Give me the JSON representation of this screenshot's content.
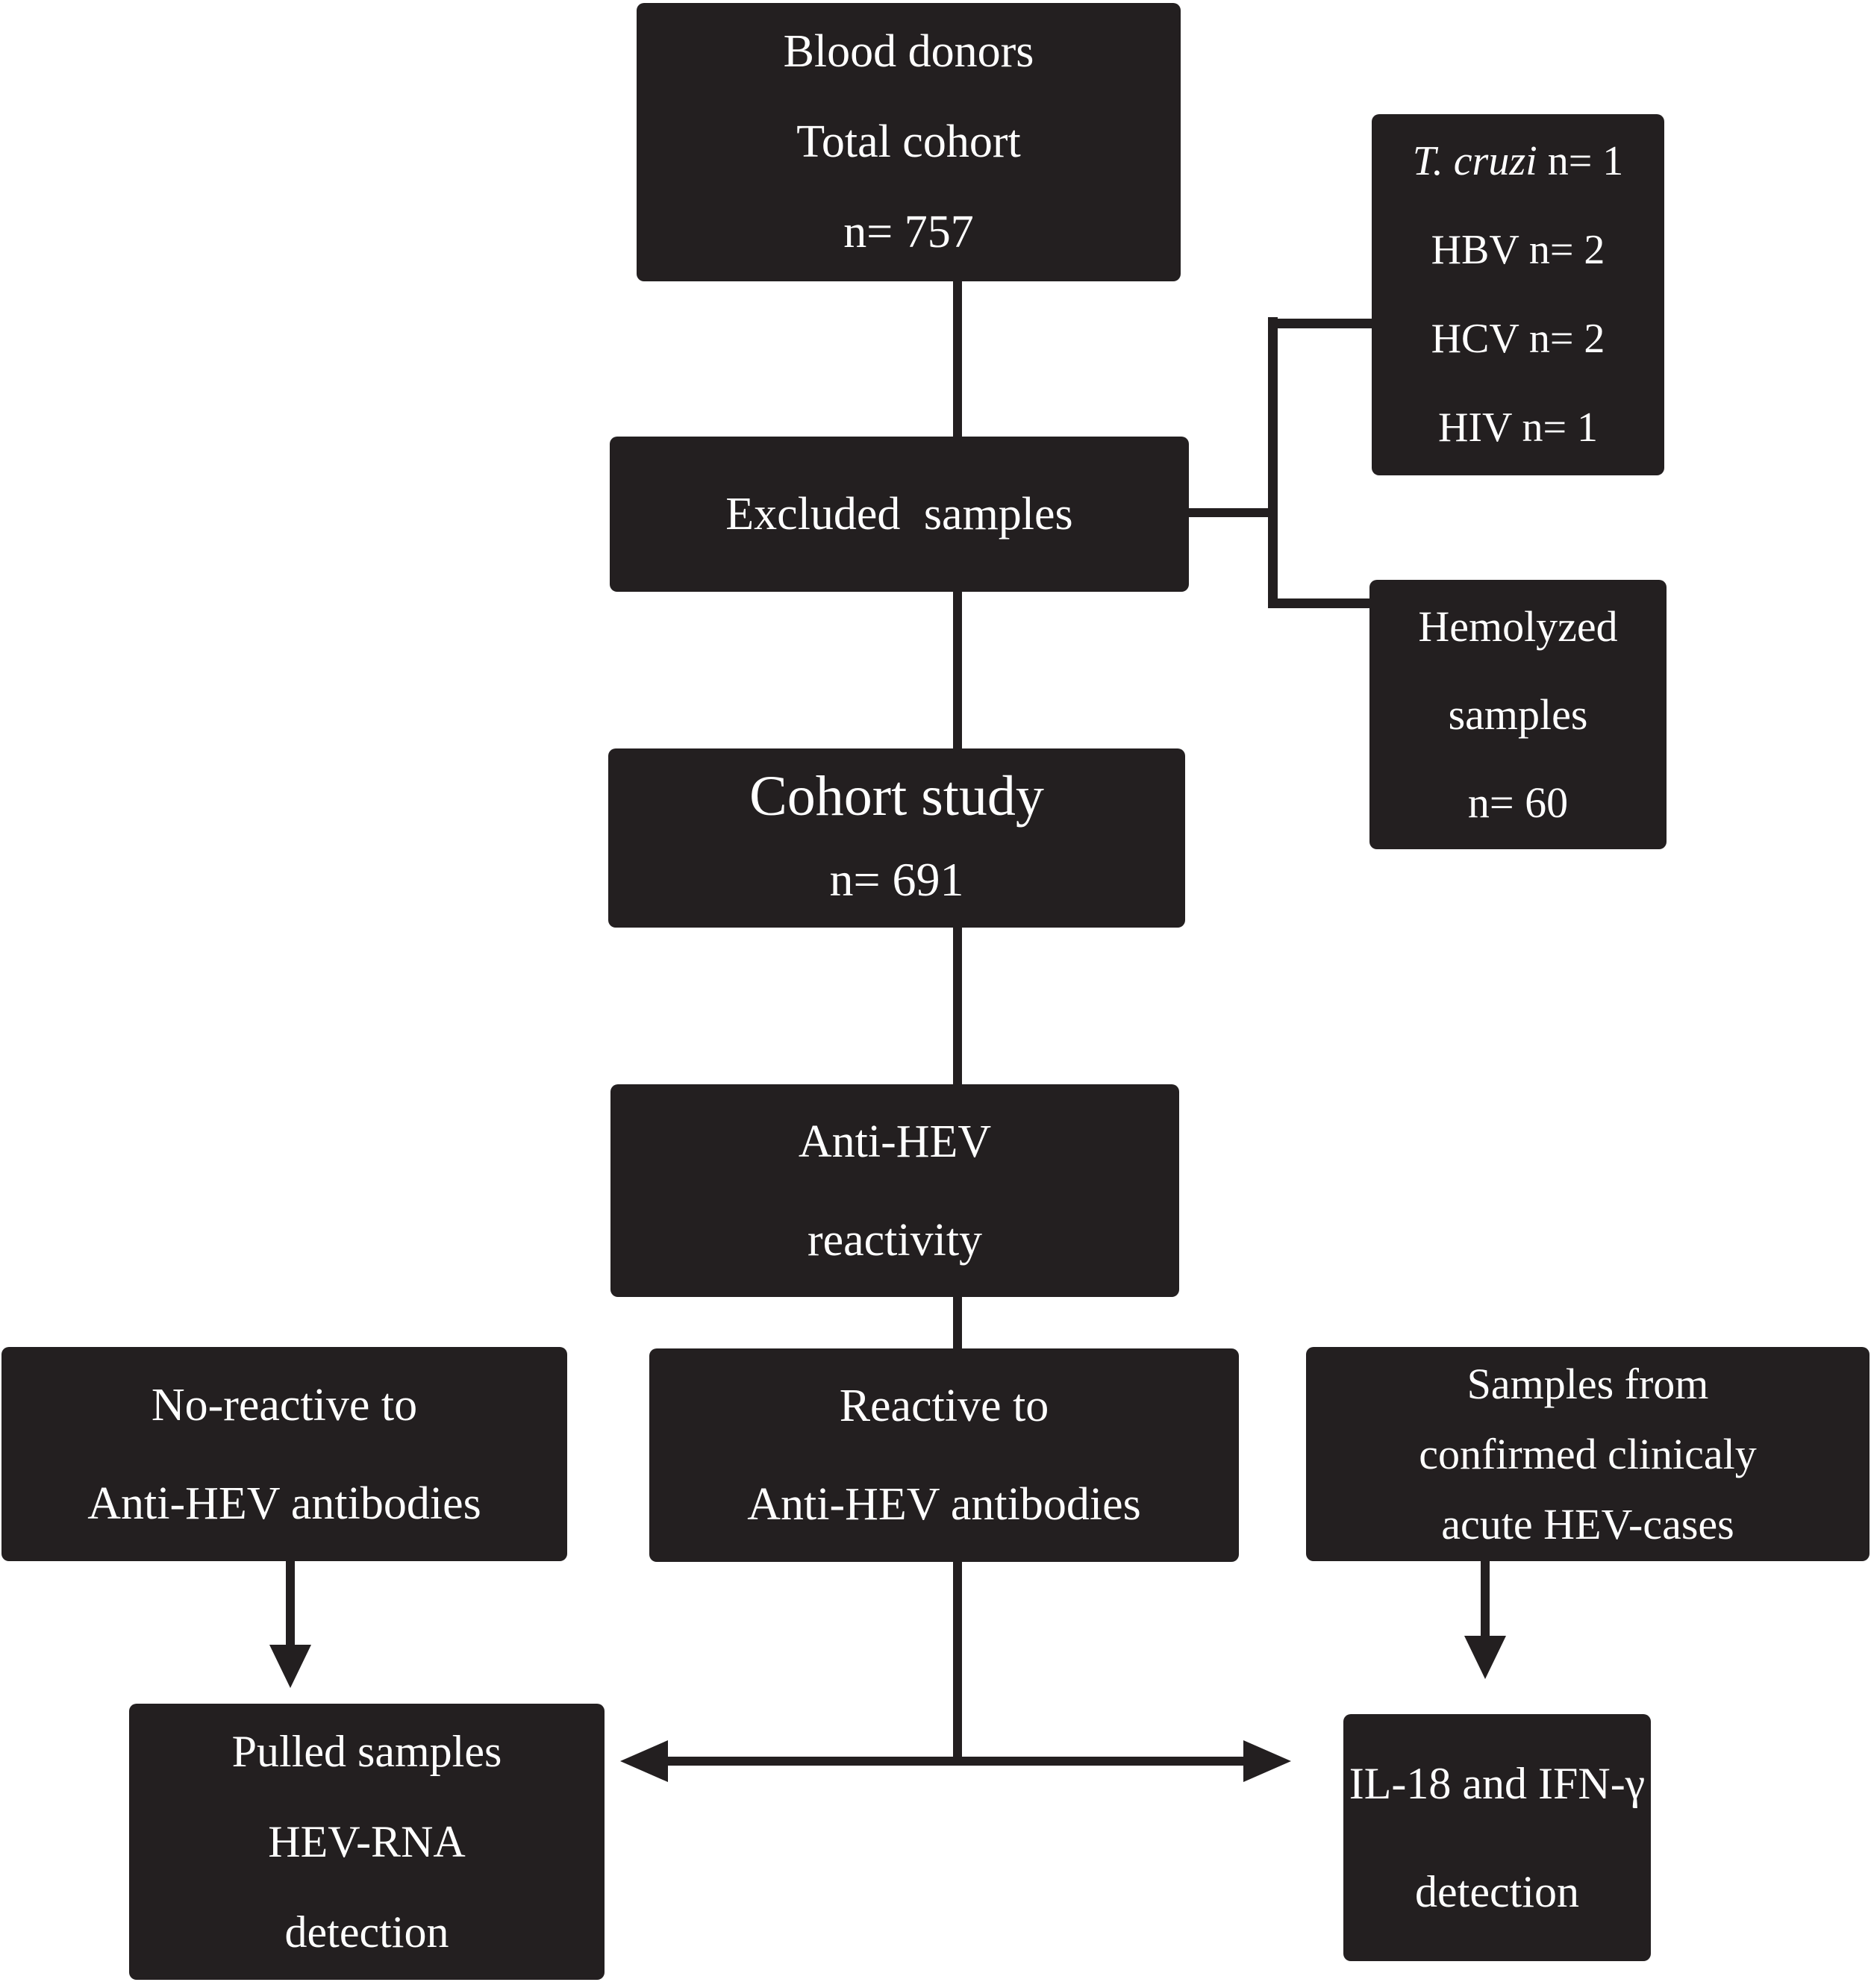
{
  "colors": {
    "background": "#ffffff",
    "box_fill": "#231f20",
    "box_text": "#ffffff",
    "connector": "#231f20"
  },
  "nodes": {
    "blood_donors": {
      "lines": [
        "Blood donors",
        "Total cohort",
        "n= 757"
      ]
    },
    "excluded": {
      "label": "Excluded  samples"
    },
    "exclusions": {
      "species_italic": "T. cruzi",
      "species_rest": " n= 1",
      "lines": [
        "HBV n= 2",
        "HCV n= 2",
        "HIV n= 1"
      ]
    },
    "hemolyzed": {
      "lines": [
        "Hemolyzed",
        "samples",
        "n= 60"
      ]
    },
    "cohort": {
      "title": "Cohort study",
      "count": "n= 691"
    },
    "anti_hev": {
      "lines": [
        "Anti-HEV",
        "reactivity"
      ]
    },
    "no_reactive": {
      "lines": [
        "No-reactive to",
        "Anti-HEV antibodies"
      ]
    },
    "reactive": {
      "lines": [
        "Reactive to",
        "Anti-HEV antibodies"
      ]
    },
    "confirmed": {
      "lines": [
        "Samples from",
        "confirmed clinicaly",
        "acute HEV-cases"
      ]
    },
    "pulled": {
      "lines": [
        "Pulled samples",
        "HEV-RNA",
        "detection"
      ]
    },
    "il18": {
      "lines": [
        "IL-18 and IFN-γ",
        "detection"
      ]
    }
  }
}
